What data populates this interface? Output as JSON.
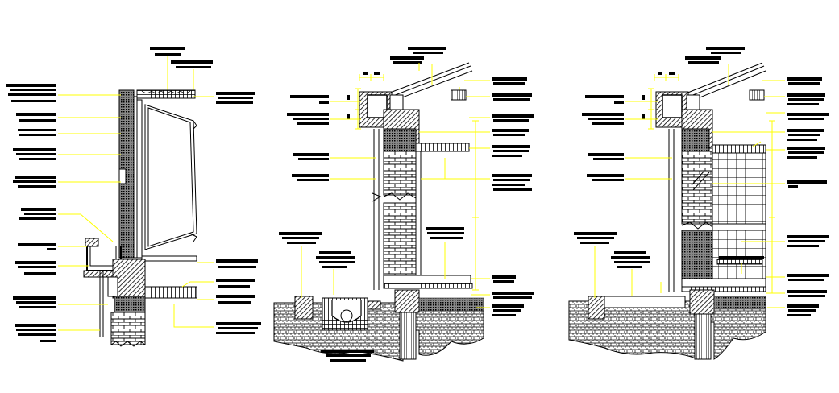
{
  "drawing": {
    "background": "#ffffff",
    "line_color": "#000000",
    "leader_color": "#ffff00",
    "note_count_per_section": {
      "section_1": 20,
      "section_2": 20,
      "section_3": 20
    },
    "note_text_legible": false
  }
}
